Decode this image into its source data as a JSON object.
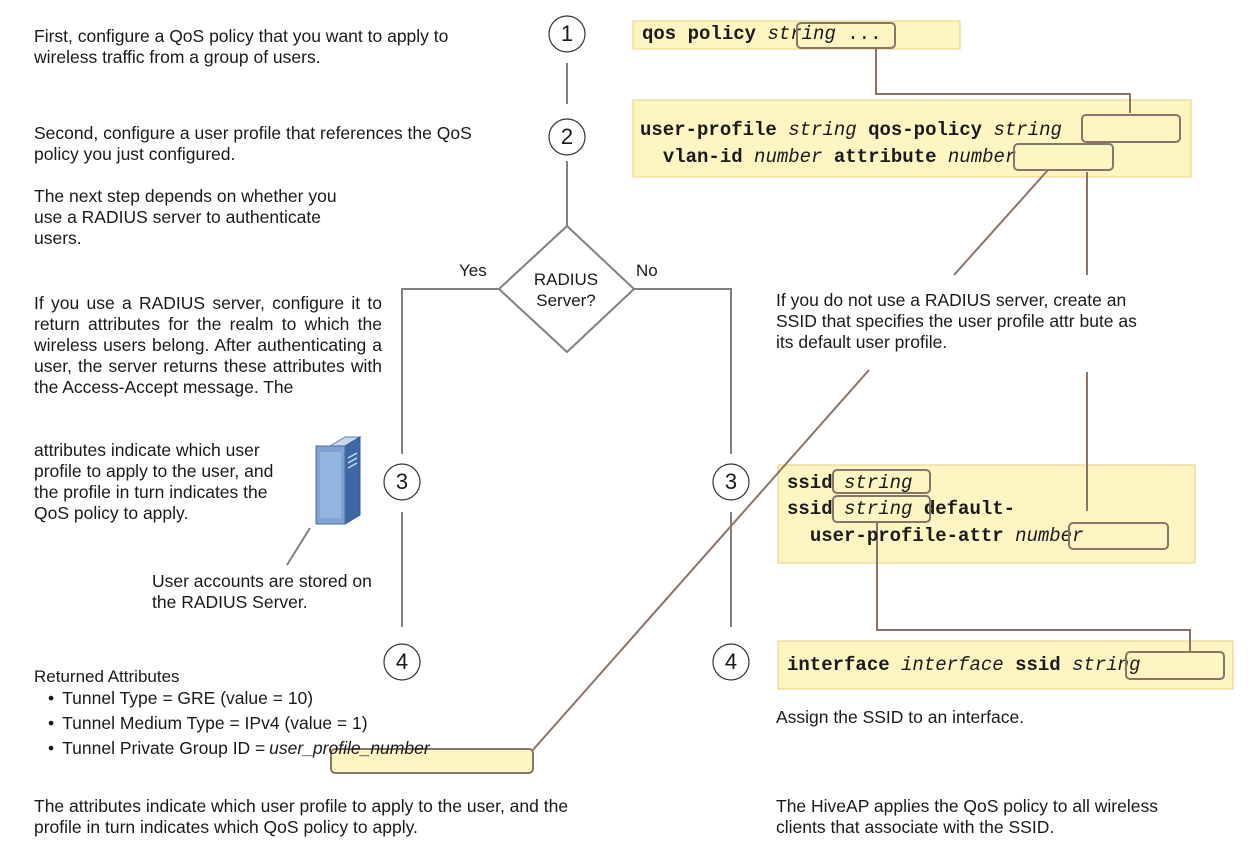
{
  "colors": {
    "box_fill": "#fdf5c2",
    "box_stroke": "#e5cf7e",
    "outline": "#8a7468",
    "line": "#8a7468",
    "gray_line": "#808080"
  },
  "icons": {
    "server": "server-tower-icon"
  },
  "steps": [
    "1",
    "2",
    "3",
    "4"
  ],
  "left_text": {
    "step1": "First, configure a QoS policy that you want to apply to wireless traffic from a group of users.",
    "step2": "Second, configure a user profile that references the QoS policy you just configured.",
    "next": "The next step depends on whether you use a RADIUS server to authenticate users.",
    "radius": "If you use a RADIUS server, configure it to return attributes for the realm to which the wireless users belong. After authenticating a user, the server returns these attributes with the Access-Accept message. The",
    "radius_wrap": "attributes indicate which user profile to apply to the user, and the profile in turn indicates the QoS policy to apply.",
    "accounts": "User accounts are stored on the RADIUS Server.",
    "returned_heading": "Returned Attributes",
    "attr1": "Tunnel Type = GRE (value = 10)",
    "attr2": "Tunnel Medium Type = IPv4 (value = 1)",
    "attr3_prefix": "Tunnel Private Group ID =",
    "attr3_value": "user_profile_number",
    "bottom": "The attributes indicate which user profile to apply to the user, and the profile in turn indicates which QoS policy to apply."
  },
  "decision": {
    "label": "RADIUS Server?",
    "yes": "Yes",
    "no": "No"
  },
  "right_text": {
    "no_radius": "If you do not use a RADIUS server, create an SSID that specifies the user profile attr bute as its default user profile.",
    "assign": "Assign the SSID to an interface.",
    "bottom": "The HiveAP applies the QoS policy to all wireless clients that associate with the SSID."
  },
  "commands": {
    "qos_kw": "qos policy",
    "qos_arg": "string",
    "qos_more": "...",
    "up_kw1": "user-profile",
    "up_arg1": "string",
    "up_kw2": "qos-policy",
    "up_arg2": "string",
    "up_kw3": "vlan-id",
    "up_arg3": "number",
    "up_kw4": "attribute",
    "up_arg4": "number",
    "ssid_kw1": "ssid",
    "ssid_arg1": "string",
    "ssid_kw2": "ssid",
    "ssid_arg2": "string",
    "ssid_kw3": "default-",
    "ssid_kw4": "user-profile-attr",
    "ssid_arg3": "number",
    "if_kw1": "interface",
    "if_arg1": "interface",
    "if_kw2": "ssid",
    "if_arg2": "string"
  }
}
